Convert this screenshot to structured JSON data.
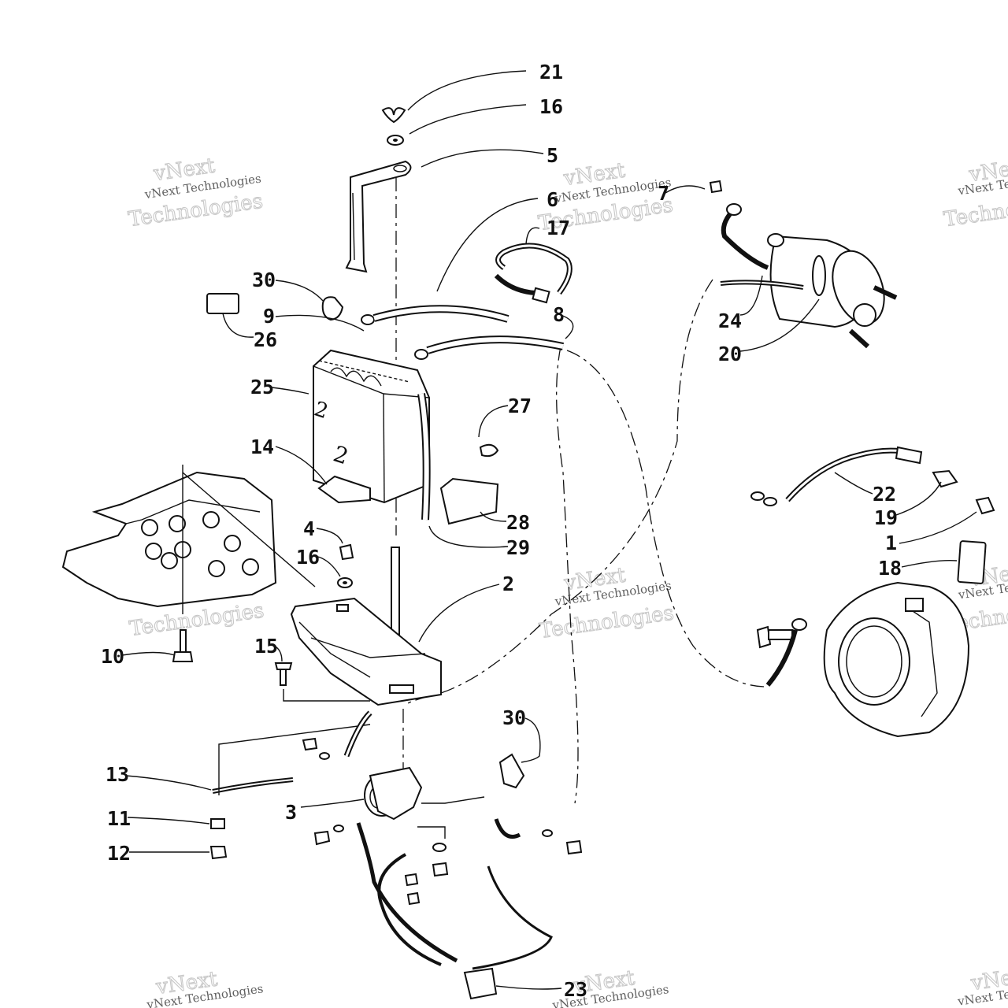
{
  "diagram": {
    "callouts": [
      {
        "id": "c21",
        "text": "21"
      },
      {
        "id": "c16a",
        "text": "16"
      },
      {
        "id": "c5",
        "text": "5"
      },
      {
        "id": "c6",
        "text": "6"
      },
      {
        "id": "c17",
        "text": "17"
      },
      {
        "id": "c7",
        "text": "7"
      },
      {
        "id": "c30a",
        "text": "30"
      },
      {
        "id": "c9",
        "text": "9"
      },
      {
        "id": "c26",
        "text": "26"
      },
      {
        "id": "c8",
        "text": "8"
      },
      {
        "id": "c24",
        "text": "24"
      },
      {
        "id": "c20",
        "text": "20"
      },
      {
        "id": "c25",
        "text": "25"
      },
      {
        "id": "c27",
        "text": "27"
      },
      {
        "id": "c14",
        "text": "14"
      },
      {
        "id": "c28",
        "text": "28"
      },
      {
        "id": "c29",
        "text": "29"
      },
      {
        "id": "c22",
        "text": "22"
      },
      {
        "id": "c19",
        "text": "19"
      },
      {
        "id": "c1",
        "text": "1"
      },
      {
        "id": "c18",
        "text": "18"
      },
      {
        "id": "c4",
        "text": "4"
      },
      {
        "id": "c16b",
        "text": "16"
      },
      {
        "id": "c2",
        "text": "2"
      },
      {
        "id": "c10",
        "text": "10"
      },
      {
        "id": "c15",
        "text": "15"
      },
      {
        "id": "c30b",
        "text": "30"
      },
      {
        "id": "c13",
        "text": "13"
      },
      {
        "id": "c3",
        "text": "3"
      },
      {
        "id": "c11",
        "text": "11"
      },
      {
        "id": "c12",
        "text": "12"
      },
      {
        "id": "c23",
        "text": "23"
      }
    ]
  },
  "watermark": {
    "brand_line": "vNext Technologies",
    "big_top": "vNext",
    "big_bottom": "Technologies"
  },
  "colors": {
    "ink": "#111111",
    "watermark": "#cfcfcf"
  }
}
